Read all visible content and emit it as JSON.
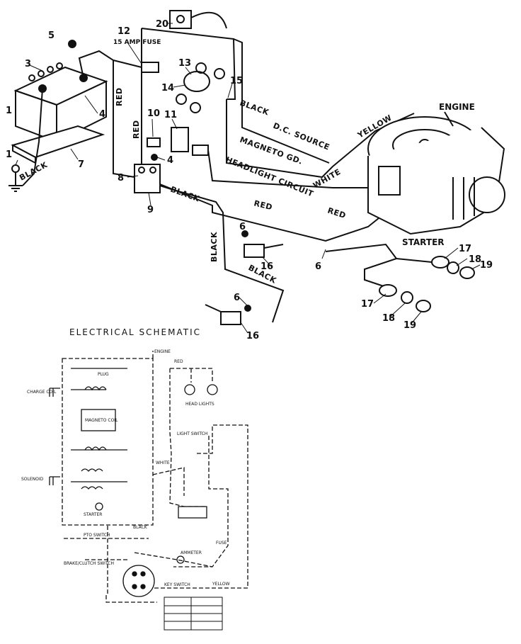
{
  "callouts": {
    "n1a": "1",
    "n1b": "1",
    "n3": "3",
    "n4a": "4",
    "n4b": "4",
    "n5": "5",
    "n6a": "6",
    "n6b": "6",
    "n6c": "6",
    "n7": "7",
    "n8": "8",
    "n9": "9",
    "n10": "10",
    "n11": "11",
    "n12": "12",
    "n13": "13",
    "n14": "14",
    "n15": "15",
    "n16a": "16",
    "n16b": "16",
    "n17a": "17",
    "n17b": "17",
    "n18a": "18",
    "n18b": "18",
    "n19a": "19",
    "n19b": "19",
    "n20": "20"
  },
  "labels": {
    "fuse": "15 AMP FUSE",
    "engine": "ENGINE",
    "starter": "STARTER",
    "schematic_title": "ELECTRICAL SCHEMATIC"
  },
  "wires": {
    "red1": "RED",
    "red2": "RED",
    "red3": "RED",
    "red4": "RED",
    "black1": "BLACK",
    "black2": "BLACK",
    "black3": "BLACK",
    "black4": "BLACK",
    "black5": "BLACK",
    "yellow": "YELLOW",
    "white": "WHITE",
    "dc_source": "D.C. SOURCE",
    "magneto": "MAGNETO GD.",
    "headlight": "HEADLIGHT CIRCUIT"
  },
  "schematic_labels": {
    "engine": "ENGINE",
    "plug": "PLUG",
    "charge": "CHARGE COIL",
    "magneto": "MAGNETO COIL",
    "starter": "STARTER",
    "solenoid": "SOLENOID",
    "light_switch": "LIGHT SWITCH",
    "head_lights": "HEAD LIGHTS",
    "ammeter": "AMMETER",
    "key_switch": "KEY SWITCH",
    "pto_switch": "PTO SWITCH",
    "brake_switch": "BRAKE/CLUTCH SWITCH",
    "fuse": "FUSE",
    "red": "RED",
    "white": "WHITE",
    "black": "BLACK",
    "yellow": "YELLOW"
  }
}
